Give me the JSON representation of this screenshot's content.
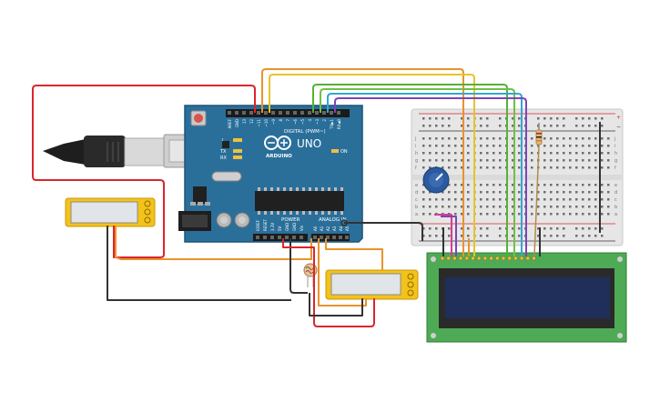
{
  "arduino": {
    "brand": "ARDUINO",
    "model": "UNO",
    "digital_header": "DIGITAL (PWM~)",
    "power_header": "POWER",
    "analog_header": "ANALOG IN",
    "led_l": "L",
    "led_tx": "TX",
    "led_rx": "RX",
    "led_on": "ON",
    "digital_pins": [
      "AREF",
      "GND",
      "13",
      "12",
      "~11",
      "~10",
      "~9",
      "8",
      "7",
      "~6",
      "~5",
      "4",
      "~3",
      "2",
      "TX▶1",
      "RX◀0"
    ],
    "power_pins": [
      "IOREF",
      "RESET",
      "3.3V",
      "5V",
      "GND",
      "GND",
      "Vin"
    ],
    "analog_pins": [
      "A0",
      "A1",
      "A2",
      "A3",
      "A4",
      "A5"
    ]
  },
  "breadboard": {
    "row_letters_top": [
      "j",
      "i",
      "h",
      "g",
      "f"
    ],
    "row_letters_bottom": [
      "e",
      "d",
      "c",
      "b",
      "a"
    ],
    "rail_plus": "+",
    "rail_minus": "−"
  },
  "colors": {
    "board_blue": "#2a6f9a",
    "wire_red": "#d9262b",
    "wire_orange": "#e8932b",
    "wire_yellow": "#e7c42a",
    "wire_green": "#55b233",
    "wire_blue": "#33a7d6",
    "wire_purple": "#7d45b8",
    "wire_pink": "#d63d8f",
    "wire_black": "#333333",
    "lcd_pcb": "#4faa55",
    "lcd_screen": "#1f2f5a",
    "sensor_yellow": "#f3c21b"
  }
}
